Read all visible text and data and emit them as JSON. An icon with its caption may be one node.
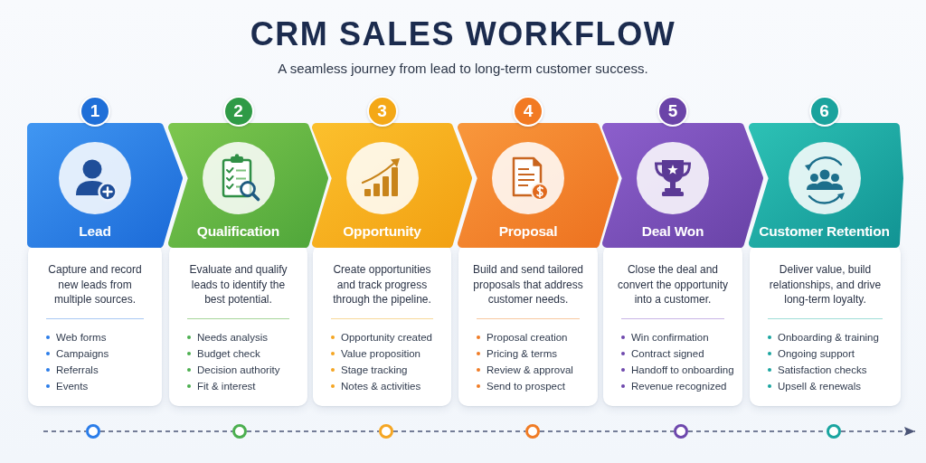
{
  "diagram": {
    "title": "CRM SALES WORKFLOW",
    "caption": "A seamless journey from lead to long-term customer success.",
    "nodes": [
      {
        "text": [
          "1"
        ]
      },
      {
        "text": [
          "Lead"
        ]
      },
      {
        "text": [
          "Capture and record new leads from multiple sources.",
          "Web forms",
          "Campaigns",
          "Referrals",
          "Events"
        ]
      },
      {
        "text": [
          "2"
        ]
      },
      {
        "text": [
          "Qualification"
        ]
      },
      {
        "text": [
          "Evaluate and qualify leads to identify the best potential.",
          "Needs analysis",
          "Budget check",
          "Decision authority",
          "Fit & interest"
        ]
      },
      {
        "text": [
          "3"
        ]
      },
      {
        "text": [
          "Opportunity"
        ]
      },
      {
        "text": [
          "Create opportunities and track progress through the pipeline.",
          "Opportunity created",
          "Value proposition",
          "Stage tracking",
          "Notes & activities"
        ]
      },
      {
        "text": [
          "4"
        ]
      },
      {
        "text": [
          "Proposal"
        ]
      },
      {
        "text": [
          "Build and send tailored proposals that address customer needs.",
          "Proposal creation",
          "Pricing & terms",
          "Review & approval",
          "Send to prospect"
        ]
      },
      {
        "text": [
          "5"
        ]
      },
      {
        "text": [
          "Deal Won"
        ]
      },
      {
        "text": [
          "Close the deal and convert the opportunity into a customer.",
          "Win confirmation",
          "Contract signed",
          "Handoff to onboarding",
          "Revenue recognized"
        ]
      },
      {
        "text": [
          "6"
        ]
      },
      {
        "text": [
          "Customer Retention"
        ]
      },
      {
        "text": [
          "Deliver value, build relationships, and drive long-term loyalty.",
          "Onboarding & training",
          "Ongoing support",
          "Satisfaction checks",
          "Upsell & renewals"
        ]
      },
      {
        "text": [],
        "shape": "circle"
      },
      {
        "text": [],
        "shape": "circle"
      },
      {
        "text": [],
        "shape": "circle"
      },
      {
        "text": [],
        "shape": "circle"
      },
      {
        "text": [],
        "shape": "circle"
      },
      {
        "text": [],
        "shape": "circle"
      }
    ],
    "edges": [
      {
        "from": null,
        "to": 18,
        "arrow": "none",
        "style": "dashed"
      },
      {
        "from": 18,
        "to": 19,
        "arrow": "none",
        "style": "dashed"
      },
      {
        "from": 19,
        "to": 20,
        "arrow": "none",
        "style": "dashed"
      },
      {
        "from": 20,
        "to": 21,
        "arrow": "none",
        "style": "dashed"
      },
      {
        "from": 21,
        "to": 22,
        "arrow": "none",
        "style": "dashed"
      },
      {
        "from": 22,
        "to": 23,
        "arrow": "none",
        "style": "dashed"
      },
      {
        "from": 23,
        "to": null,
        "arrow": "to",
        "style": "dashed"
      }
    ]
  }
}
